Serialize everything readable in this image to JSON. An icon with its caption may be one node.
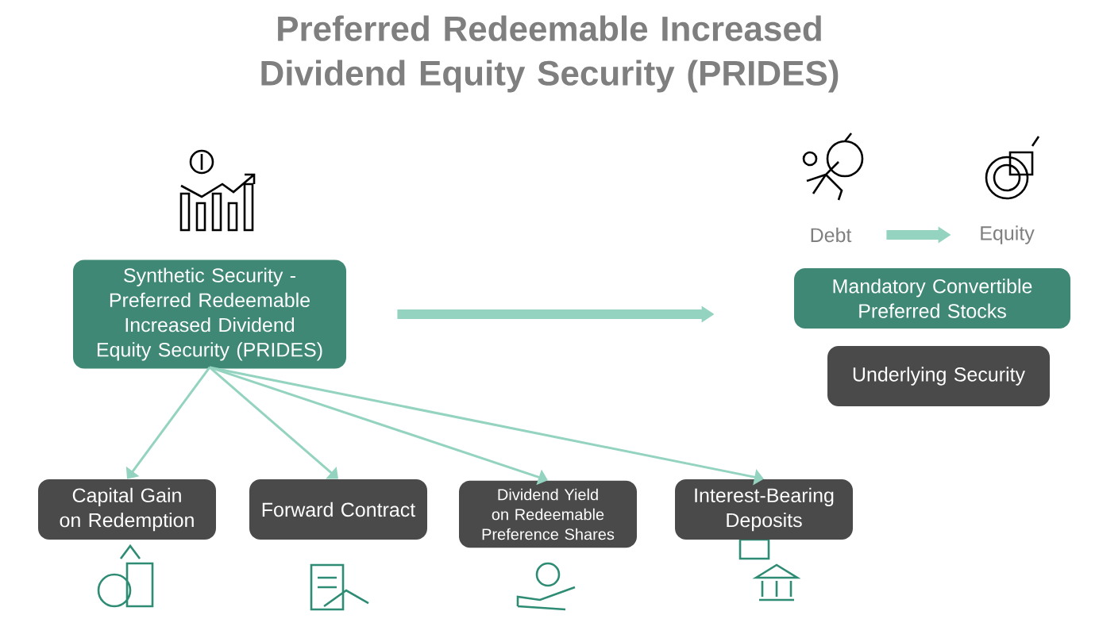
{
  "diagram": {
    "title": "Preferred Redeemable Increased Dividend Equity Security (PRIDES)",
    "nodes": [
      {
        "text": [
          "Synthetic Security - Preferred Redeemable Increased Dividend Equity Security (PRIDES)"
        ]
      },
      {
        "text": [
          "Mandatory Convertible Preferred Stocks"
        ]
      },
      {
        "text": [
          "Underlying Security"
        ]
      },
      {
        "text": [
          "Capital Gain on Redemption"
        ]
      },
      {
        "text": [
          "Forward Contract"
        ]
      },
      {
        "text": [
          "Dividend Yield on Redeemable Preference Shares"
        ]
      },
      {
        "text": [
          "Interest-Bearing Deposits"
        ]
      },
      {
        "text": [
          "Debt"
        ]
      },
      {
        "text": [
          "Equity"
        ]
      }
    ],
    "edges": [
      {
        "from": 0,
        "to": 1,
        "arrow": "to",
        "style": "thick"
      },
      {
        "from": 0,
        "to": 3,
        "arrow": "to"
      },
      {
        "from": 0,
        "to": 4,
        "arrow": "to"
      },
      {
        "from": 0,
        "to": 5,
        "arrow": "to"
      },
      {
        "from": 0,
        "to": 6,
        "arrow": "to"
      },
      {
        "from": 7,
        "to": 8,
        "arrow": "to",
        "style": "thick"
      }
    ]
  }
}
